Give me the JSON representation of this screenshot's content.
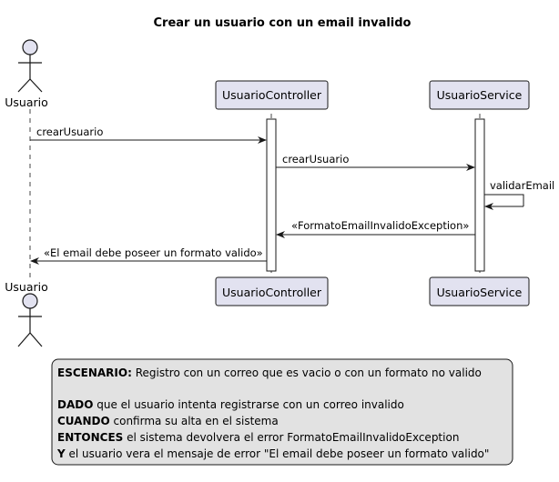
{
  "diagram": {
    "title": "Crear un usuario con un email invalido",
    "participants": {
      "actor": "Usuario",
      "controller": "UsuarioController",
      "service": "UsuarioService"
    },
    "messages": [
      "crearUsuario",
      "crearUsuario",
      "validarEmail",
      "«FormatoEmailInvalidoException»",
      "«El email debe poseer un formato valido»"
    ],
    "note": {
      "scenario_kw": "ESCENARIO:",
      "scenario": " Registro con un correo que es vacio o con un formato no valido",
      "given_kw": "DADO",
      "given": " que el usuario intenta registrarse con un correo invalido",
      "when_kw": "CUANDO",
      "when": " confirma su alta en el sistema",
      "then_kw": "ENTONCES",
      "then": " el sistema devolvera el error FormatoEmailInvalidoException",
      "and_kw": "Y",
      "and": " el usuario vera el mensaje de error \"El email debe poseer un formato valido\""
    },
    "colors": {
      "participant_fill": "#E2E2F0",
      "participant_stroke": "#181818",
      "note_fill": "#E2E2E2",
      "line": "#181818"
    }
  }
}
